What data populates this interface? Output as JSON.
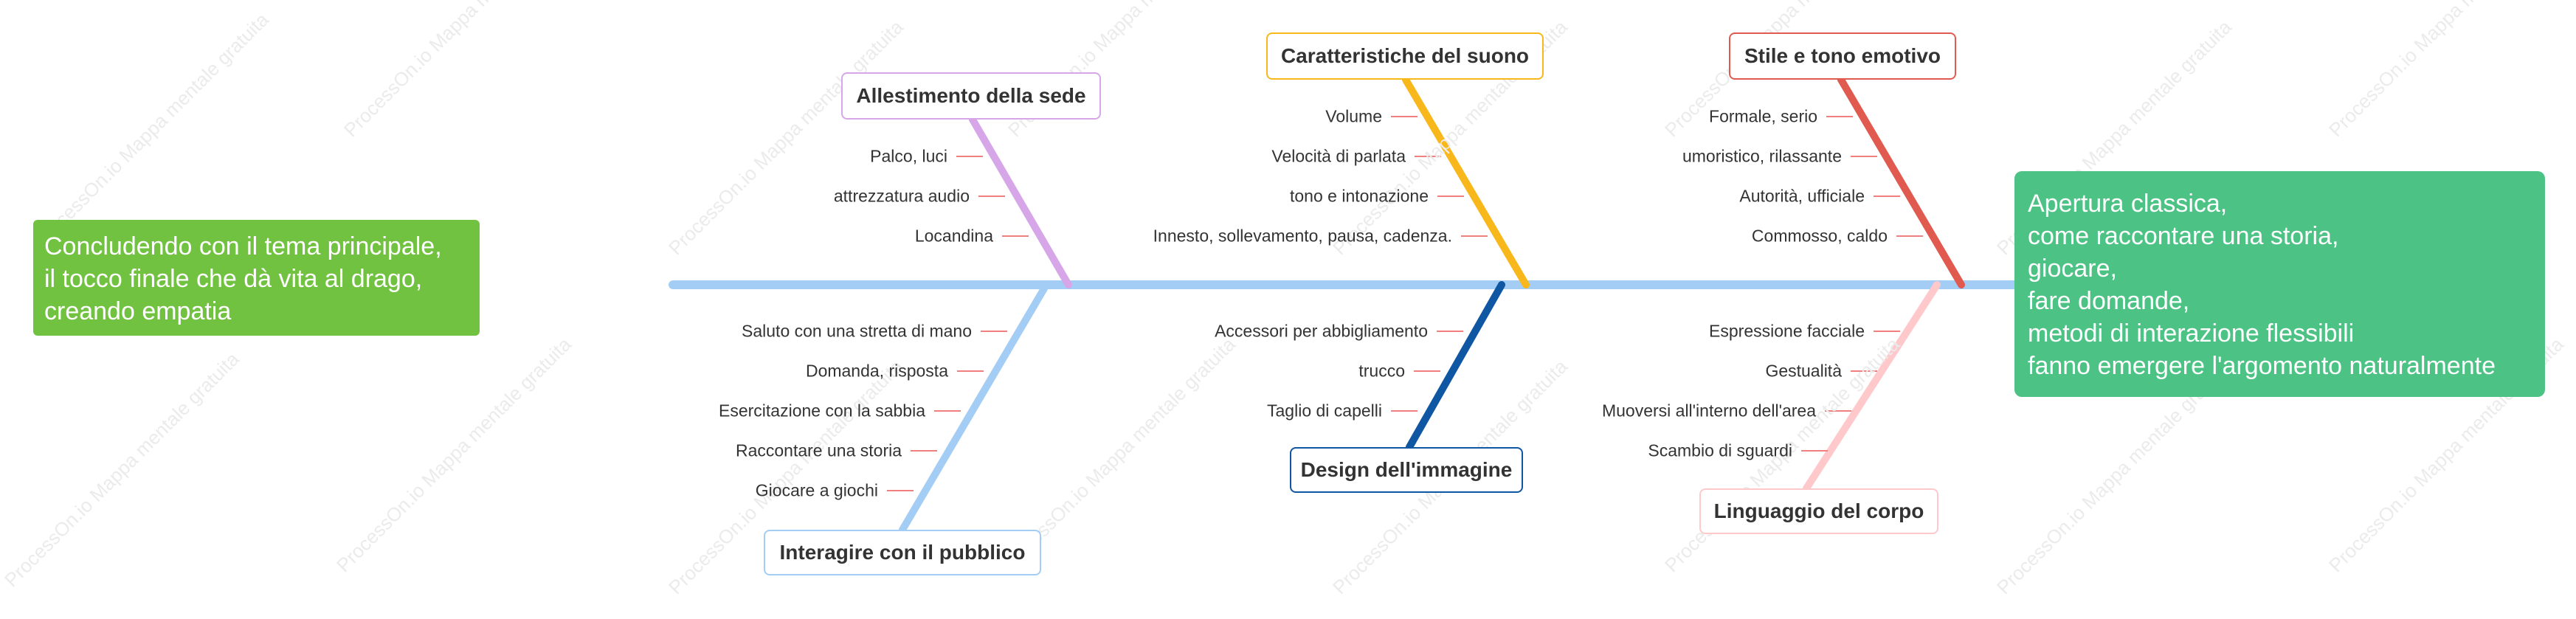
{
  "watermark": "ProcessOn.io Mappa mentale gratuita",
  "tail": "Concludendo con il tema principale,\nil tocco finale che dà vita al drago,\ncreando empatia",
  "head": "Apertura classica,\ncome raccontare una storia,\ngiocare,\nfare domande,\nmetodi di interazione flessibili\nfanno emergere l'argomento naturalmente",
  "colors": {
    "spine": "#a3cdf5",
    "tail_box": "#72c241",
    "head_box": "#4cc285",
    "leaf_tick": "#f08080"
  },
  "branches": {
    "venue": {
      "label": "Allestimento della sede",
      "color": "#d6a6e8",
      "items": [
        "Palco, luci",
        "attrezzatura audio",
        "Locandina"
      ]
    },
    "sound": {
      "label": "Caratteristiche del suono",
      "color": "#f8b81c",
      "items": [
        "Volume",
        "Velocità di parlata",
        "tono e intonazione",
        "Innesto, sollevamento, pausa, cadenza."
      ]
    },
    "style": {
      "label": "Stile e tono emotivo",
      "color": "#e05a50",
      "items": [
        "Formale, serio",
        "umoristico, rilassante",
        "Autorità, ufficiale",
        "Commosso, caldo"
      ]
    },
    "audience": {
      "label": "Interagire con il pubblico",
      "color": "#a3cdf5",
      "items": [
        "Saluto con una stretta di mano",
        "Domanda, risposta",
        "Esercitazione con la sabbia",
        "Raccontare una storia",
        "Giocare a giochi"
      ]
    },
    "image": {
      "label": "Design dell'immagine",
      "color": "#0f56a3",
      "items": [
        "Accessori per abbigliamento",
        "trucco",
        "Taglio di capelli"
      ]
    },
    "body": {
      "label": "Linguaggio del corpo",
      "color": "#ffc9cc",
      "items": [
        "Espressione facciale",
        "Gestualità",
        "Muoversi all'interno dell'area",
        "Scambio di sguardi"
      ]
    }
  }
}
